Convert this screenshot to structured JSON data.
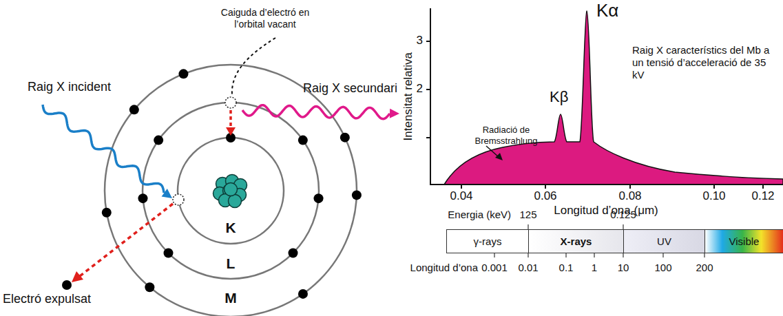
{
  "diagram": {
    "nodes": [
      {
        "text": [
          "γ-rays"
        ]
      },
      {
        "text": [
          "X-rays"
        ]
      },
      {
        "text": [
          "UV"
        ]
      },
      {
        "text": [
          "Visible"
        ]
      }
    ],
    "labels": [
      "Caiguda d’electró en l’orbital vacant",
      "Raig X incident",
      "Raig X secundari",
      "K",
      "L",
      "M",
      "Electró expulsat",
      "Intensitat relativa",
      "3",
      "2",
      "Kα",
      "Kβ",
      "Raig X característics del Mb a un tensió d’acceleració de 35 kV",
      "Radiació de Bremsstrahlung",
      "0.04",
      "0.06",
      "0.08",
      "0.10",
      "0.12",
      "Longitud d’ona (μm)",
      "Energia (keV)",
      "125",
      "0.125",
      "Longitud d’ona",
      "0.001",
      "0.01",
      "0.1",
      "1",
      "10",
      "100",
      "200"
    ]
  }
}
